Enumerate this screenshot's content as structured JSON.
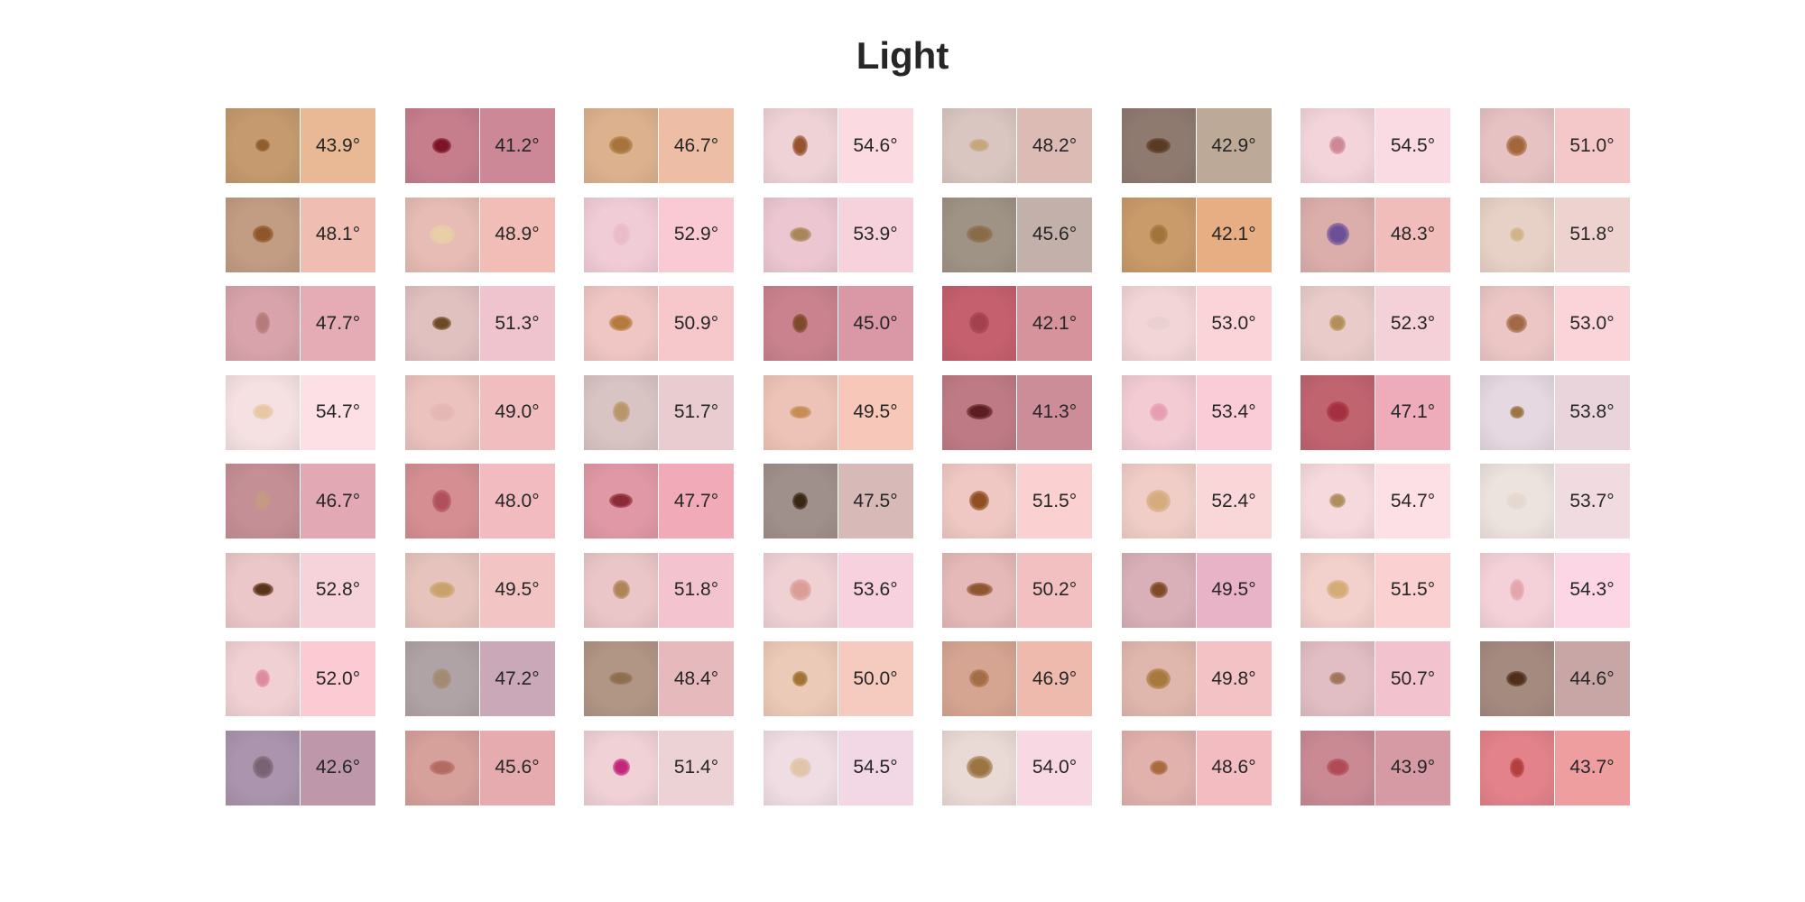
{
  "title": "Light",
  "tiles": [
    [
      {
        "value": "43.9°",
        "img": "#c49a6e",
        "patch": "#e8b994",
        "lesion": "#8f5e2c"
      },
      {
        "value": "41.2°",
        "img": "#c67e8d",
        "patch": "#cd8898",
        "lesion": "#7a1426"
      },
      {
        "value": "46.7°",
        "img": "#dcb28e",
        "patch": "#eebda5",
        "lesion": "#a6743a"
      },
      {
        "value": "54.6°",
        "img": "#eed2d6",
        "patch": "#fbdae1",
        "lesion": "#96532e"
      },
      {
        "value": "48.2°",
        "img": "#d9c6c0",
        "patch": "#dcbbb5",
        "lesion": "#c7a67f"
      },
      {
        "value": "42.9°",
        "img": "#8f7a70",
        "patch": "#bda997",
        "lesion": "#5a3a22"
      },
      {
        "value": "54.5°",
        "img": "#f2d4da",
        "patch": "#fbdbe3",
        "lesion": "#cf8794"
      },
      {
        "value": "51.0°",
        "img": "#e6c2c3",
        "patch": "#f4c7c9",
        "lesion": "#a4663b"
      }
    ],
    [
      {
        "value": "48.1°",
        "img": "#c29c83",
        "patch": "#efbdb1",
        "lesion": "#8f562a"
      },
      {
        "value": "48.9°",
        "img": "#e6bcb4",
        "patch": "#f1bdb6",
        "lesion": "#e8cfa8"
      },
      {
        "value": "52.9°",
        "img": "#f0ccd6",
        "patch": "#f9cad4",
        "lesion": "#e9bcc8"
      },
      {
        "value": "53.9°",
        "img": "#ecc7d1",
        "patch": "#f5d2dc",
        "lesion": "#a88657"
      },
      {
        "value": "45.6°",
        "img": "#9f9385",
        "patch": "#c3b0aa",
        "lesion": "#8a6b48"
      },
      {
        "value": "42.1°",
        "img": "#c99a6a",
        "patch": "#e7ae83",
        "lesion": "#a0743b"
      },
      {
        "value": "48.3°",
        "img": "#dcaeab",
        "patch": "#f0bdbb",
        "lesion": "#6b5096"
      },
      {
        "value": "51.8°",
        "img": "#e7d1c6",
        "patch": "#eed2d0",
        "lesion": "#d2b48a"
      }
    ],
    [
      {
        "value": "47.7°",
        "img": "#d8a3aa",
        "patch": "#e5acb6",
        "lesion": "#b57a7a"
      },
      {
        "value": "51.3°",
        "img": "#e1c0c0",
        "patch": "#f0c4cf",
        "lesion": "#6d4a24"
      },
      {
        "value": "50.9°",
        "img": "#efc6c3",
        "patch": "#f6c8cb",
        "lesion": "#b47a3c"
      },
      {
        "value": "45.0°",
        "img": "#c9828e",
        "patch": "#da97a6",
        "lesion": "#7d4a2a"
      },
      {
        "value": "42.1°",
        "img": "#c5606e",
        "patch": "#d6939c",
        "lesion": "#a3414e"
      },
      {
        "value": "53.0°",
        "img": "#f2d5d6",
        "patch": "#fad4d8",
        "lesion": "#ead0d0"
      },
      {
        "value": "52.3°",
        "img": "#e9ccca",
        "patch": "#f4d0d8",
        "lesion": "#b28f58"
      },
      {
        "value": "53.0°",
        "img": "#ebc6c5",
        "patch": "#fbd4d9",
        "lesion": "#a06a45"
      }
    ],
    [
      {
        "value": "54.7°",
        "img": "#f5e1e2",
        "patch": "#fde0e6",
        "lesion": "#e7c8a4"
      },
      {
        "value": "49.0°",
        "img": "#ebc2be",
        "patch": "#f1bdbe",
        "lesion": "#e4b6b4"
      },
      {
        "value": "51.7°",
        "img": "#d8c4c3",
        "patch": "#e8ccd0",
        "lesion": "#b89669"
      },
      {
        "value": "49.5°",
        "img": "#eec3b7",
        "patch": "#f7c8b9",
        "lesion": "#c68d55"
      },
      {
        "value": "41.3°",
        "img": "#bf7b85",
        "patch": "#cd8d98",
        "lesion": "#5a1e22"
      },
      {
        "value": "53.4°",
        "img": "#f2cbd3",
        "patch": "#f9ccd7",
        "lesion": "#e69eb2"
      },
      {
        "value": "47.1°",
        "img": "#c06470",
        "patch": "#eeabba",
        "lesion": "#a4303f"
      },
      {
        "value": "53.8°",
        "img": "#e5d8e0",
        "patch": "#e9d4dc",
        "lesion": "#9d7443"
      }
    ],
    [
      {
        "value": "46.7°",
        "img": "#c48f95",
        "patch": "#e2a9b5",
        "lesion": "#c49a82"
      },
      {
        "value": "48.0°",
        "img": "#d58f92",
        "patch": "#f1bbc0",
        "lesion": "#b0505c"
      },
      {
        "value": "47.7°",
        "img": "#e098a6",
        "patch": "#f1aab7",
        "lesion": "#8c2a35"
      },
      {
        "value": "47.5°",
        "img": "#a0908c",
        "patch": "#d7b9b8",
        "lesion": "#3a2613"
      },
      {
        "value": "51.5°",
        "img": "#efc8c3",
        "patch": "#fbd0d1",
        "lesion": "#8f4f22"
      },
      {
        "value": "52.4°",
        "img": "#f0cdc7",
        "patch": "#f9d6d8",
        "lesion": "#d6ab7e"
      },
      {
        "value": "54.7°",
        "img": "#f6d9dc",
        "patch": "#fde0e6",
        "lesion": "#ae8d5e"
      },
      {
        "value": "53.7°",
        "img": "#ece2de",
        "patch": "#f0dbe0",
        "lesion": "#e5d8d0"
      }
    ],
    [
      {
        "value": "52.8°",
        "img": "#ecc7c9",
        "patch": "#f6d2da",
        "lesion": "#5a3418"
      },
      {
        "value": "49.5°",
        "img": "#e6c4bd",
        "patch": "#f2c4c4",
        "lesion": "#c9a26b"
      },
      {
        "value": "51.8°",
        "img": "#eac6c8",
        "patch": "#f3c4cf",
        "lesion": "#b08456"
      },
      {
        "value": "53.6°",
        "img": "#efd1d4",
        "patch": "#f7d1dd",
        "lesion": "#db9e97"
      },
      {
        "value": "50.2°",
        "img": "#e5b9b7",
        "patch": "#f3c0c2",
        "lesion": "#8c5630"
      },
      {
        "value": "49.5°",
        "img": "#d9b0b7",
        "patch": "#e8b3c6",
        "lesion": "#7e4a28"
      },
      {
        "value": "51.5°",
        "img": "#f2d0cc",
        "patch": "#fbd0d0",
        "lesion": "#d5ab78"
      },
      {
        "value": "54.3°",
        "img": "#f4d1d9",
        "patch": "#fcd6e5",
        "lesion": "#e2a6ac"
      }
    ],
    [
      {
        "value": "52.0°",
        "img": "#f0d0d3",
        "patch": "#fbcad2",
        "lesion": "#de8ba0"
      },
      {
        "value": "47.2°",
        "img": "#b0a3a5",
        "patch": "#caa8b8",
        "lesion": "#a38b72"
      },
      {
        "value": "48.4°",
        "img": "#b19585",
        "patch": "#e6b9bd",
        "lesion": "#8f6e4e"
      },
      {
        "value": "50.0°",
        "img": "#ebcab7",
        "patch": "#f5cbc0",
        "lesion": "#a17332"
      },
      {
        "value": "46.9°",
        "img": "#d6a592",
        "patch": "#edbaad",
        "lesion": "#a36e46"
      },
      {
        "value": "49.8°",
        "img": "#e0b7ad",
        "patch": "#f3c2c5",
        "lesion": "#a8793c"
      },
      {
        "value": "50.7°",
        "img": "#e1bec4",
        "patch": "#f2c2cf",
        "lesion": "#a3745c"
      },
      {
        "value": "44.6°",
        "img": "#a58a80",
        "patch": "#c8a6a6",
        "lesion": "#4f2f1a"
      }
    ],
    [
      {
        "value": "42.6°",
        "img": "#ab94ad",
        "patch": "#bf97aa",
        "lesion": "#7a6275"
      },
      {
        "value": "45.6°",
        "img": "#d6a09b",
        "patch": "#e6abae",
        "lesion": "#b36a60"
      },
      {
        "value": "51.4°",
        "img": "#efd1d6",
        "patch": "#edd2d5",
        "lesion": "#c2287a"
      },
      {
        "value": "54.5°",
        "img": "#efdde3",
        "patch": "#f1d8e4",
        "lesion": "#e1c5a8"
      },
      {
        "value": "54.0°",
        "img": "#eadad6",
        "patch": "#f8d8e2",
        "lesion": "#9c7443"
      },
      {
        "value": "48.6°",
        "img": "#e1b1ac",
        "patch": "#f2bcc0",
        "lesion": "#a86a3f"
      },
      {
        "value": "43.9°",
        "img": "#c98a94",
        "patch": "#d59aa4",
        "lesion": "#b04a55"
      },
      {
        "value": "43.7°",
        "img": "#e3828a",
        "patch": "#ef9ea0",
        "lesion": "#b3403d"
      }
    ]
  ]
}
